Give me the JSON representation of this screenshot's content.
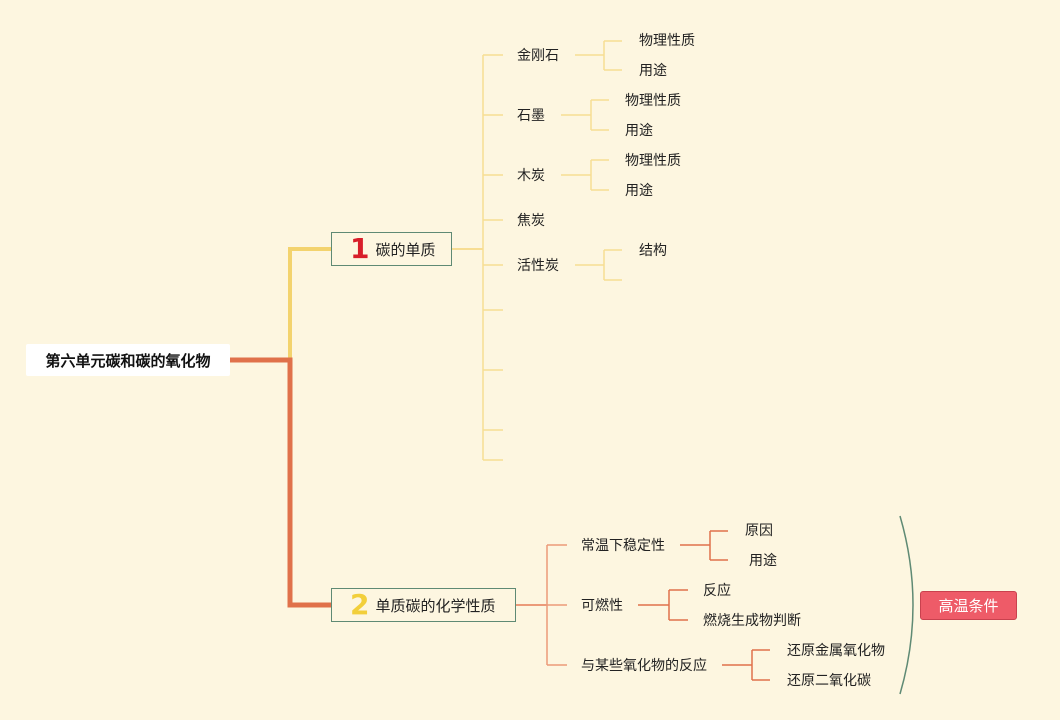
{
  "root": {
    "label": "第六单元碳和碳的氧化物"
  },
  "branch1": {
    "number": "1",
    "label": "碳的单质",
    "items": [
      {
        "label": "金刚石",
        "children": [
          "物理性质",
          "用途"
        ]
      },
      {
        "label": "石墨",
        "children": [
          "物理性质",
          "用途"
        ]
      },
      {
        "label": "木炭",
        "children": [
          "物理性质",
          "用途"
        ]
      },
      {
        "label": "焦炭",
        "children": []
      },
      {
        "label": "活性炭",
        "children": [
          "结构"
        ]
      }
    ]
  },
  "branch2": {
    "number": "2",
    "label": "单质碳的化学性质",
    "items": [
      {
        "label": "常温下稳定性",
        "children": [
          "原因",
          "用途"
        ]
      },
      {
        "label": "可燃性",
        "children": [
          "反应",
          "燃烧生成物判断"
        ]
      },
      {
        "label": "与某些氧化物的反应",
        "children": [
          "还原金属氧化物",
          "还原二氧化碳"
        ]
      }
    ]
  },
  "summary": {
    "label": "高温条件"
  },
  "colors": {
    "background": "#fdf6e0",
    "branch1_line": "#f3d36e",
    "branch1_sub": "#f7dd93",
    "branch2_line": "#e0714a",
    "branch2_sub": "#eb9a79",
    "topic_border": "#5f8a74",
    "tag_fill": "#ee5b68"
  }
}
